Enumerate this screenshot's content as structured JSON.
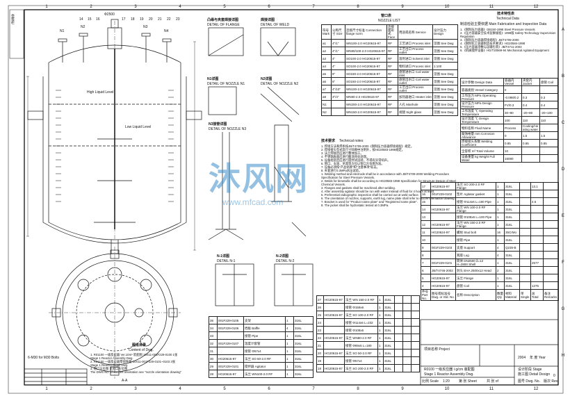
{
  "zones_top": [
    "1",
    "2",
    "3",
    "4",
    "5",
    "6",
    "7",
    "8",
    "9",
    "10",
    "11",
    "12"
  ],
  "zones_bottom": [
    "1",
    "2",
    "3",
    "4",
    "5",
    "6",
    "7",
    "8",
    "9",
    "10",
    "11",
    "12"
  ],
  "zones_side": [
    "A",
    "B",
    "C",
    "D",
    "E",
    "F",
    "G",
    "H"
  ],
  "main_view": {
    "dimension_top": "Ф2500",
    "labels": [
      "High Liquid Level",
      "Low Liquid Level",
      "N1",
      "N2",
      "N3",
      "N4",
      "17",
      "18",
      "19",
      "20",
      "21",
      "22",
      "23",
      "16",
      "15",
      "14"
    ],
    "plan_label": "A-A",
    "plan_note": "6-M30 for M30 Bolts"
  },
  "detail_views": [
    {
      "title": "凸缘与夹套焊接详图",
      "subtitle": "DETAIL OF FLANGE"
    },
    {
      "title": "焊接详图",
      "subtitle": "DETAIL OF WELD"
    },
    {
      "title": "N1详图",
      "subtitle": "DETAIL OF NOZZLE N1"
    },
    {
      "title": "N2详图",
      "subtitle": "DETAIL OF NOZZLE N2"
    },
    {
      "title": "N3接管详图",
      "subtitle": "DETAIL OF NOZZLE N3"
    },
    {
      "title": "N-1详图",
      "subtitle": "DETAIL N-1"
    },
    {
      "title": "N-2详图",
      "subtitle": "DETAIL N-2"
    }
  ],
  "nozzle_table": {
    "title": "管口表",
    "subtitle": "NOZZLE LIST",
    "headers": [
      "符号 Mark",
      "公称尺寸 Size",
      "连接尺寸标准 Connection flange norm",
      "连接面形式 Face",
      "用途或名称 Service",
      "设计压力 Design"
    ],
    "rows": [
      [
        "a1",
        "4\"/1\"",
        "WN100-2.0 HG20615-97",
        "RF",
        "工艺进口 Process inlet",
        "见图 See Dwg"
      ],
      [
        "a2",
        "4\"/1\"",
        "WN80/100-2.0 HG20615-97",
        "RF",
        "工艺出口 Process outlet",
        "见图 See Dwg"
      ],
      [
        "a3",
        "4\"",
        "SO100-2.0 HG20615-97",
        "RF",
        "溶剂进口 Solvent inlet",
        "见图 See Dwg"
      ],
      [
        "a4",
        "4\"",
        "SO100-2.0 HG20615-97",
        "RF",
        "物料进口 Process inlet",
        "1:100"
      ],
      [
        "a5",
        "8\"",
        "SO150-2.0 HG20615-97",
        "RF",
        "盘管进水口 Coil water inlet",
        "见图 See Dwg"
      ],
      [
        "a6",
        "6\"",
        "SO150-2.0 HG20615-97",
        "RF",
        "盘管出水口 Coil water outlet",
        "见图 See Dwg"
      ],
      [
        "a7",
        "4\"/10\"",
        "WN100-2.0 HG20615-97",
        "RF",
        "工艺出口 Process outlet",
        "见图 See Dwg"
      ],
      [
        "a8",
        "3\"/4\"",
        "WN80-2.0 HG20615-97",
        "RF",
        "加热器进口 Heater inlet",
        "见图 See Dwg"
      ],
      [
        "N1",
        "",
        "WN200-2.0 HG20615-97",
        "RF",
        "人孔 Manhole",
        "见图 See Dwg"
      ],
      [
        "N2",
        "",
        "WN150-2.0 HG20615-97",
        "RF",
        "视镜 Sight glass",
        "见图 See Dwg"
      ]
    ]
  },
  "tech_notes": {
    "title": "技术要求",
    "subtitle": "Technical notes",
    "items": [
      "1. 焊接方法和焊条按JB/T4709-2000《钢制压力容器焊接规程》规定。",
      "2. 焊接接头型式及尺寸除图中注明外，按HG20583-1998规定。",
      "3. 法兰焊接后应进行整体加工。",
      "4. 不锈钢表面应进行酸洗钝化处理。",
      "5. 设备组装后应进行搅拌试运转，不得有异常响声。",
      "6. 管口、支座、吊耳等方位以管口方位图为准。",
      "7. 设备必须按\"产品铭牌\"和\"注意事项\"标志。",
      "8. 夹套进行0.3MPa水压试验。",
      "1. Welding method and electrode shall be in accordance with JB/T4709-2000 Welding Procedure Specification for Steel Pressure Vessels.",
      "2. Welds for bimetallic shall be according to HG20583-1998 Specification for Structure Design of Steel Chemical Vessels.",
      "3. Flanges and gaskets shall be machined after welding.",
      "4. After assembly agitator should be run with water instead of fluid for 4 hours at least.",
      "5. Preferential radiographic inspection shall be carried out at weld surface.",
      "6. The orientation of nozzles, supports, earth lug, name plate shall refer to nozzle orientation drawing.",
      "7. Bracket is used for \"Product name plate\" and \"Registered name plate\".",
      "8. The jacket shall be hydrostatic tested at 0.3MPa."
    ]
  },
  "design_data": {
    "title": "技术特性表",
    "subtitle": "Technical Data",
    "left_title": "制造检验主要依据 Main Fabrication and Inspection Data",
    "right_title": "设计参数 Design Data",
    "standards": [
      "1.《钢制压力容器》GB150-1998 Steel Pressure Vessels",
      "2.《压力容器安全技术监察规程》1999版 Safety Technology Supervision Regulation",
      "3.《钢制压力容器焊接规程》JB/T4709-2000",
      "4.《钢制化工容器制造技术要求》HG20584-1998",
      "5.《压力容器涂敷与运输包装》JB/T4711-2003",
      "6.《机械搅拌设备》HG/T20569-94 Mechanical Agitated Equipment"
    ],
    "col_headers": [
      "容器内 Vessel",
      "夹套内 Jacket",
      "盘管 Coil"
    ],
    "rows": [
      [
        "容器类别 Vessel Category",
        "II",
        "",
        ""
      ],
      [
        "工作压力 MPa Operating Pressure",
        "-0.098/0.2",
        "0.3",
        "0.3"
      ],
      [
        "设计压力 MPa Design Pressure",
        "FV/0.3",
        "0.4",
        "0.4"
      ],
      [
        "工作温度 ℃ Operating Temperature",
        "30~80",
        "-20~80",
        "-20~100"
      ],
      [
        "设计温度 ℃ Design Temperature",
        "100",
        "110",
        "110"
      ],
      [
        "物料名称 Fluid Name",
        "Process",
        "Cooling/Heating water",
        ""
      ],
      [
        "腐蚀裕量 mm Corrosion Allowance",
        "0",
        "1.5",
        "1.5"
      ],
      [
        "焊接接头系数 Welding Coefficient",
        "0.85",
        "0.85",
        "0.85"
      ],
      [
        "全容积 m³ Total Volume",
        "10",
        "",
        ""
      ],
      [
        "设备重量 kg Weight Full Water",
        "16080",
        "",
        ""
      ]
    ]
  },
  "parts_list": {
    "headers": [
      "件号 Part No.",
      "图号或标准号 Dwg. or Std. No.",
      "名称 Description",
      "数量 Qty",
      "材料 Material",
      "单 Single",
      "总 Total",
      "备注 Remarks"
    ],
    "rows": [
      [
        "17",
        "HG20615-97",
        "法兰 SO 200-2.0 RF Flange",
        "1",
        "316L",
        "",
        "13.1",
        ""
      ],
      [
        "16",
        "001F229-0102",
        "垫片 Agitator gasket",
        "1",
        "316L",
        "",
        "",
        ""
      ],
      [
        "15",
        "",
        "接管 Φ114x6 L=190 Pipe",
        "1",
        "316L",
        "",
        "4.6",
        ""
      ],
      [
        "14",
        "HG20615-97",
        "法兰 WN 100-2.0 RF Flange",
        "1",
        "316L",
        "",
        "",
        ""
      ],
      [
        "13",
        "",
        "接管 Φ108x6 L=100 Pipe",
        "1",
        "316L",
        "",
        "",
        ""
      ],
      [
        "12",
        "HG20615-97",
        "法兰 WN 150-2.0 RF Flange",
        "1",
        "316L",
        "",
        "",
        ""
      ],
      [
        "11",
        "HG20624-97",
        "螺柱 Stud bolt",
        "16",
        "35CrMo",
        "",
        "",
        ""
      ],
      [
        "10",
        "",
        "接管 Pipe",
        "1",
        "316L",
        "",
        "",
        ""
      ],
      [
        "9",
        "001F229-0103",
        "支座 Support",
        "4",
        "Q235-B",
        "",
        "",
        ""
      ],
      [
        "8",
        "",
        "耳座 Lug",
        "4",
        "316L",
        "",
        "",
        ""
      ],
      [
        "7",
        "001F229-0101",
        "筒体 DN2500 δ=12 H=2800 Shell",
        "1",
        "316L",
        "",
        "2577",
        ""
      ],
      [
        "6",
        "JB/T4746-2002",
        "封头 EHA 2500x12 Head",
        "2",
        "316L",
        "",
        "",
        ""
      ],
      [
        "5",
        "HG20615-97",
        "法兰 Flange",
        "1",
        "316L",
        "",
        "",
        ""
      ],
      [
        "4",
        "HG20615-97",
        "盘管 Coil",
        "1",
        "316L",
        "",
        "1275",
        ""
      ]
    ],
    "lower_rows": [
      [
        "27",
        "HG20615-97",
        "法兰 WN 150-2.0 RF",
        "1",
        "316L",
        "",
        "",
        ""
      ],
      [
        "26",
        "",
        "接管 Φ159x6",
        "1",
        "316L",
        "",
        "",
        ""
      ],
      [
        "25",
        "HG20615-97",
        "法兰 SO 100-2.0 RF",
        "1",
        "316L",
        "",
        "",
        ""
      ],
      [
        "24",
        "",
        "接管 Φ114x6 L=232",
        "1",
        "316L",
        "",
        "",
        ""
      ],
      [
        "23",
        "",
        "接管 Φ108x6",
        "1",
        "316L",
        "",
        "",
        ""
      ],
      [
        "22",
        "HG20615-97",
        "法兰 WN80-2.0 RF",
        "1",
        "316L",
        "",
        "",
        ""
      ],
      [
        "21",
        "",
        "接管 Φ89x5 L=180",
        "1",
        "316L",
        "",
        "",
        ""
      ],
      [
        "20",
        "HG20615-97",
        "法兰 SO 50-2.0 RF",
        "1",
        "316L",
        "",
        "",
        ""
      ],
      [
        "19",
        "",
        "接管 Φ57x4",
        "1",
        "316L",
        "",
        "",
        ""
      ],
      [
        "18",
        "HG20615-97",
        "法兰 SO 200-2.0 RF",
        "1",
        "316L",
        "",
        "",
        ""
      ]
    ],
    "left_rows": [
      [
        "35",
        "001F229-0105",
        "支架",
        "1",
        "316L"
      ],
      [
        "34",
        "001F229-0106",
        "挡板 Baffle",
        "4",
        "316L"
      ],
      [
        "33",
        "",
        "接管 Pipe",
        "1",
        "316L"
      ],
      [
        "32",
        "001F229-0107",
        "温度计套管",
        "1",
        "316L"
      ],
      [
        "31",
        "",
        "接管 Φ57x4",
        "1",
        "316L"
      ],
      [
        "30",
        "HG20615-97",
        "法兰 SO 50-2.0 RF",
        "1",
        "316L"
      ],
      [
        "29",
        "001F229-0101",
        "搅拌器 Agitator",
        "1",
        "316L"
      ],
      [
        "28",
        "HG20615-97",
        "法兰 WN100-2.0 RF",
        "1",
        "316L"
      ]
    ]
  },
  "contents": {
    "title": "图纸目录",
    "subtitle": "Content of Dwg.",
    "items": [
      "1. R01100 一级反应器 Ver.10m³ 装配图   10X11-001F229-0100  1张",
      "Stage 1 Reactor Assembly Dwg.",
      "2. R01100 一级反应器零部件图   10X11-001F229-0101~0103  3张",
      "Stage 1 Reactor Detail Dwg.",
      "3. 管口方位图 见管口方位图",
      "The DWG No. of nozzles orientation see \"nozzle orientation drawing\""
    ]
  },
  "title_block": {
    "drawing_title_cn": "R0100 一级反应器 Ⅰ g/cm 装配图",
    "drawing_title_en": "Stage 1 Reactor Assembly Dwg.",
    "scale_label": "比例 Scale",
    "scale": "1:20",
    "sheet_label": "第 张 Sheet",
    "of_label": "共 张 of",
    "date": "2004",
    "year_label": "年 度 Year",
    "stage_label": "设计阶段 Stage",
    "stage": "施工图 Detail Design",
    "project": "项目名称 Project",
    "dwg_no_label": "图号 Dwg. No.",
    "rev_label": "版次 Rev.",
    "rev": "0"
  },
  "left_stamp": "会签栏",
  "watermark": {
    "text": "沐风网",
    "sub": "www.mfcad.com"
  }
}
